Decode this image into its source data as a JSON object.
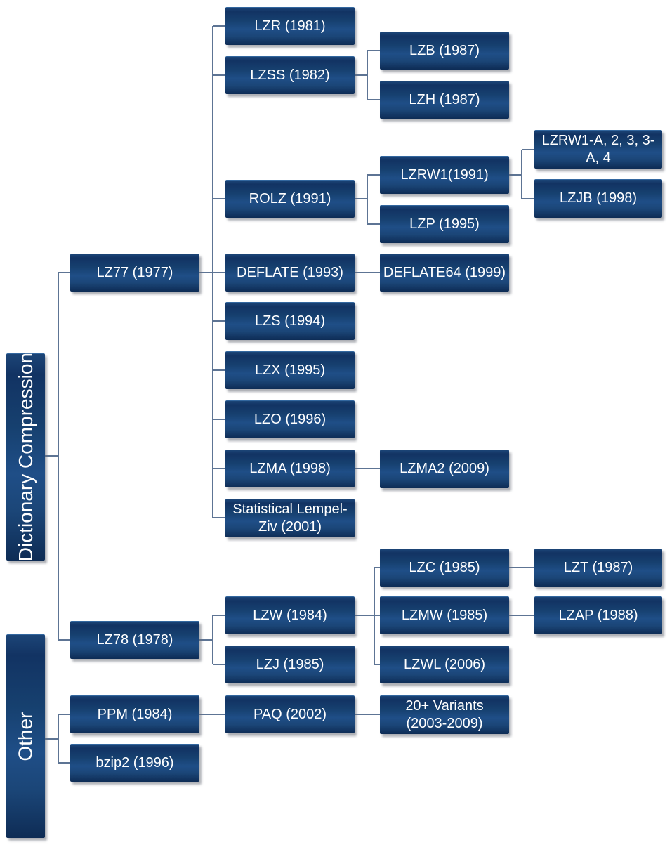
{
  "diagram_type": "hierarchy-tree",
  "colors": {
    "background": "#ffffff",
    "box_fill_top": "#123363",
    "box_fill_mid": "#1f4e87",
    "box_fill_bottom": "#0e2c55",
    "box_text": "#ffffff",
    "connector": "#5d7494"
  },
  "nodes": [
    {
      "id": "dict_compression",
      "label": "Dictionary Compression"
    },
    {
      "id": "other",
      "label": "Other"
    },
    {
      "id": "lz77",
      "label": "LZ77 (1977)"
    },
    {
      "id": "lz78",
      "label": "LZ78 (1978)"
    },
    {
      "id": "ppm",
      "label": "PPM (1984)"
    },
    {
      "id": "bzip2",
      "label": "bzip2 (1996)"
    },
    {
      "id": "lzr",
      "label": "LZR (1981)"
    },
    {
      "id": "lzss",
      "label": "LZSS (1982)"
    },
    {
      "id": "rolz",
      "label": "ROLZ (1991)"
    },
    {
      "id": "deflate",
      "label": "DEFLATE (1993)"
    },
    {
      "id": "lzs",
      "label": "LZS (1994)"
    },
    {
      "id": "lzx",
      "label": "LZX (1995)"
    },
    {
      "id": "lzo",
      "label": "LZO (1996)"
    },
    {
      "id": "lzma",
      "label": "LZMA (1998)"
    },
    {
      "id": "statlz",
      "label": "Statistical Lempel-",
      "label2": "Ziv (2001)"
    },
    {
      "id": "lzw",
      "label": "LZW (1984)"
    },
    {
      "id": "lzj",
      "label": "LZJ (1985)"
    },
    {
      "id": "paq",
      "label": "PAQ (2002)"
    },
    {
      "id": "lzb",
      "label": "LZB (1987)"
    },
    {
      "id": "lzh",
      "label": "LZH (1987)"
    },
    {
      "id": "lzrw1",
      "label": "LZRW1(1991)"
    },
    {
      "id": "lzp",
      "label": "LZP (1995)"
    },
    {
      "id": "deflate64",
      "label": "DEFLATE64 (1999)"
    },
    {
      "id": "lzma2",
      "label": "LZMA2 (2009)"
    },
    {
      "id": "lzc",
      "label": "LZC (1985)"
    },
    {
      "id": "lzmw",
      "label": "LZMW (1985)"
    },
    {
      "id": "lzwl",
      "label": "LZWL (2006)"
    },
    {
      "id": "variants",
      "label": "20+ Variants",
      "label2": "(2003-2009)"
    },
    {
      "id": "lzrw1a",
      "label": "LZRW1-A, 2, 3, 3-",
      "label2": "A, 4"
    },
    {
      "id": "lzjb",
      "label": "LZJB (1998)"
    },
    {
      "id": "lzt",
      "label": "LZT (1987)"
    },
    {
      "id": "lzap",
      "label": "LZAP (1988)"
    }
  ],
  "edges": [
    {
      "from": "dict_compression",
      "to": "lz77"
    },
    {
      "from": "dict_compression",
      "to": "lz78"
    },
    {
      "from": "lz77",
      "to": "lzr"
    },
    {
      "from": "lz77",
      "to": "lzss"
    },
    {
      "from": "lz77",
      "to": "rolz"
    },
    {
      "from": "lz77",
      "to": "deflate"
    },
    {
      "from": "lz77",
      "to": "lzs"
    },
    {
      "from": "lz77",
      "to": "lzx"
    },
    {
      "from": "lz77",
      "to": "lzo"
    },
    {
      "from": "lz77",
      "to": "lzma"
    },
    {
      "from": "lz77",
      "to": "statlz"
    },
    {
      "from": "lzss",
      "to": "lzb"
    },
    {
      "from": "lzss",
      "to": "lzh"
    },
    {
      "from": "rolz",
      "to": "lzrw1"
    },
    {
      "from": "rolz",
      "to": "lzp"
    },
    {
      "from": "lzrw1",
      "to": "lzrw1a"
    },
    {
      "from": "lzrw1",
      "to": "lzjb"
    },
    {
      "from": "deflate",
      "to": "deflate64"
    },
    {
      "from": "lzma",
      "to": "lzma2"
    },
    {
      "from": "lz78",
      "to": "lzw"
    },
    {
      "from": "lz78",
      "to": "lzj"
    },
    {
      "from": "lzw",
      "to": "lzc"
    },
    {
      "from": "lzw",
      "to": "lzmw"
    },
    {
      "from": "lzw",
      "to": "lzwl"
    },
    {
      "from": "lzc",
      "to": "lzt"
    },
    {
      "from": "lzmw",
      "to": "lzap"
    },
    {
      "from": "other",
      "to": "ppm"
    },
    {
      "from": "other",
      "to": "bzip2"
    },
    {
      "from": "ppm",
      "to": "paq"
    },
    {
      "from": "paq",
      "to": "variants"
    }
  ]
}
